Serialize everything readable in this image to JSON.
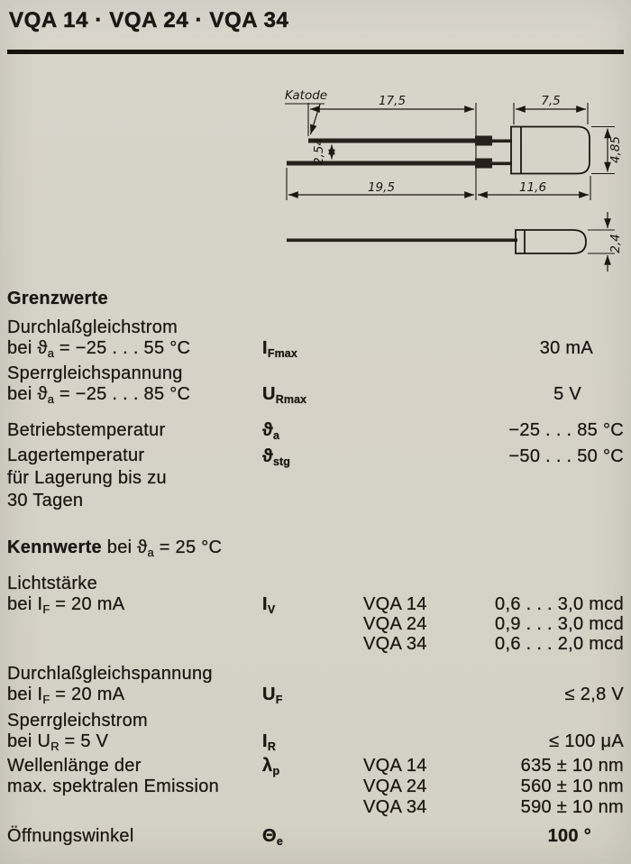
{
  "colors": {
    "paper": "#d5d2c7",
    "ink": "#1b1712"
  },
  "title": "VQA 14 · VQA 24 · VQA 34",
  "drawing": {
    "katode_label": "Katode",
    "dims": {
      "lead_top": "17,5",
      "body_top": "7,5",
      "body_height": "4,85",
      "lead_spacing": "2,54",
      "lead_bottom": "19,5",
      "body_bottom": "11,6",
      "side_height": "2,4"
    }
  },
  "grenzwerte": {
    "heading": "Grenzwerte",
    "rows": [
      {
        "label1": "Durchlaßgleichstrom",
        "cond_pre": "bei ϑ",
        "cond_sub": "a",
        "cond_post": " = −25 . . . 55 °C",
        "sym": "I",
        "sym_sub": "Fmax",
        "value": "30 mA"
      },
      {
        "label1": "Sperrgleichspannung",
        "cond_pre": "bei ϑ",
        "cond_sub": "a",
        "cond_post": " = −25 . . . 85 °C",
        "sym": "U",
        "sym_sub": "Rmax",
        "value": "5 V"
      },
      {
        "label1": "Betriebstemperatur",
        "sym": "ϑ",
        "sym_sub": "a",
        "value": "−25 . . . 85 °C"
      },
      {
        "label1": "Lagertemperatur",
        "label2": "für Lagerung bis zu",
        "label3": "30 Tagen",
        "sym": "ϑ",
        "sym_sub": "stg",
        "value": "−50 . . . 50 °C"
      }
    ]
  },
  "kennwerte": {
    "heading": "Kennwerte",
    "heading_cond_pre": " bei ϑ",
    "heading_cond_sub": "a",
    "heading_cond_post": " = 25 °C",
    "rows": [
      {
        "label1": "Lichtstärke",
        "cond_pre": "bei I",
        "cond_sub": "F",
        "cond_post": " = 20 mA",
        "sym": "I",
        "sym_sub": "V",
        "variants": [
          {
            "type": "VQA 14",
            "value": "0,6 . . . 3,0 mcd"
          },
          {
            "type": "VQA 24",
            "value": "0,9 . . . 3,0 mcd"
          },
          {
            "type": "VQA 34",
            "value": "0,6 . . . 2,0 mcd"
          }
        ]
      },
      {
        "label1": "Durchlaßgleichspannung",
        "cond_pre": "bei I",
        "cond_sub": "F",
        "cond_post": " = 20 mA",
        "sym": "U",
        "sym_sub": "F",
        "value": "≤ 2,8 V"
      },
      {
        "label1": "Sperrgleichstrom",
        "cond_pre": "bei U",
        "cond_sub": "R",
        "cond_post": " = 5 V",
        "sym": "I",
        "sym_sub": "R",
        "value": "≤ 100 μA"
      },
      {
        "label1": "Wellenlänge der",
        "label2": "max. spektralen Emission",
        "sym": "λ",
        "sym_sub": "p",
        "variants": [
          {
            "type": "VQA 14",
            "value": "635 ± 10 nm"
          },
          {
            "type": "VQA 24",
            "value": "560 ± 10 nm"
          },
          {
            "type": "VQA 34",
            "value": "590 ± 10 nm"
          }
        ]
      },
      {
        "label1": "Öffnungswinkel",
        "sym": "Θ",
        "sym_sub": "e",
        "value": "100 °"
      }
    ]
  }
}
